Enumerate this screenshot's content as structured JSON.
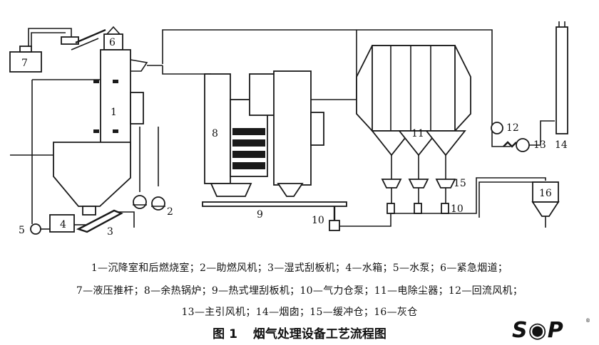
{
  "labels": {
    "n1": "1",
    "n2": "2",
    "n3": "3",
    "n4": "4",
    "n5": "5",
    "n6": "6",
    "n7": "7",
    "n8": "8",
    "n9": "9",
    "n10a": "10",
    "n10b": "10",
    "n11": "11",
    "n12": "12",
    "n13": "13",
    "n14": "14",
    "n15": "15",
    "n16": "16"
  },
  "legend": {
    "line1": "1—沉降室和后燃烧室；2—助燃风机；3—湿式刮板机；4—水箱；5—水泵；6—紧急烟道；",
    "line2": "7—液压推杆；8—余热锅炉；9—热式埋刮板机；10—气力仓泵；11—电除尘器；12—回流风机；",
    "line3": "13—主引风机；14—烟囱；15—缓冲仓；16—灰仓"
  },
  "caption": {
    "figure": "图 1",
    "title": "烟气处理设备工艺流程图"
  },
  "logo": {
    "text": "S◉P",
    "mark": "®"
  }
}
